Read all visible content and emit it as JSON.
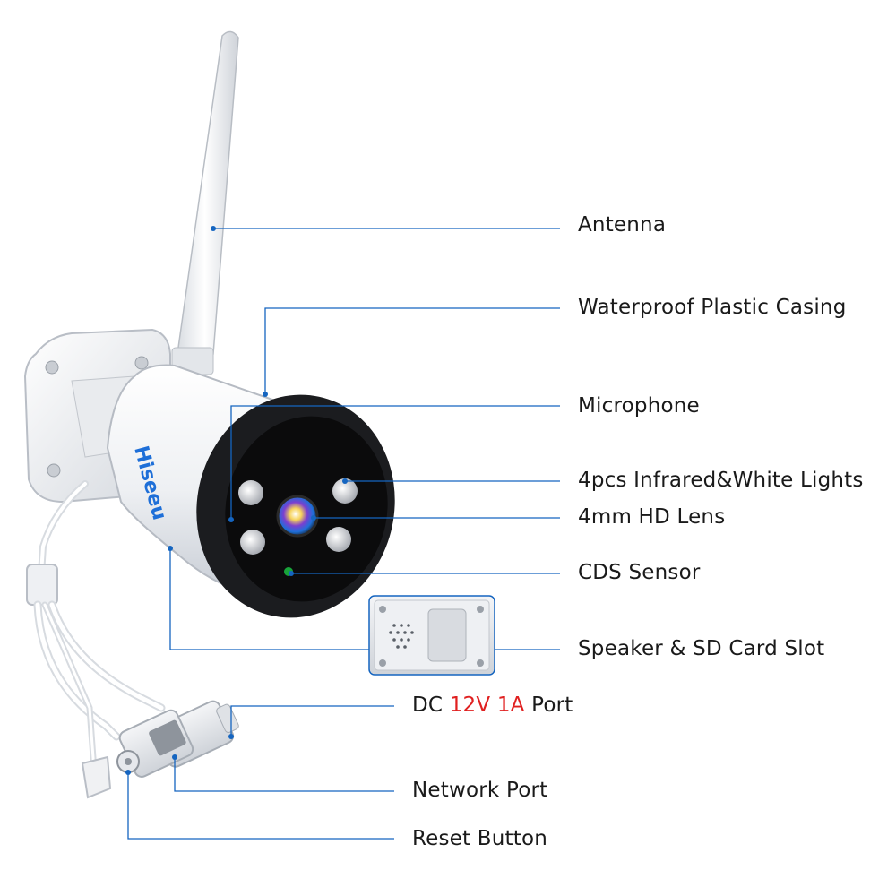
{
  "brand": "Hiseeu",
  "colors": {
    "leader": "#1565c0",
    "accent": "#e02020",
    "text": "#1a1a1a",
    "housing": "#f2f3f5"
  },
  "labels": {
    "antenna": "Antenna",
    "casing": "Waterproof Plastic Casing",
    "microphone": "Microphone",
    "lights": "4pcs Infrared&White Lights",
    "lens": "4mm HD Lens",
    "cds": "CDS Sensor",
    "speaker": "Speaker & SD Card Slot",
    "dc_prefix": "DC",
    "dc_voltage": "12V",
    "dc_current": "1A",
    "dc_suffix": "Port",
    "network": "Network Port",
    "reset": "Reset Button"
  }
}
